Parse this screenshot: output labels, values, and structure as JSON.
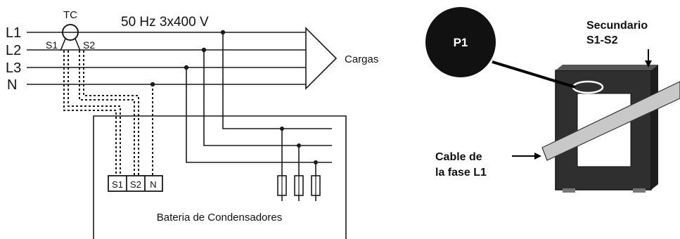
{
  "wiring": {
    "tc_label": "TC",
    "supply_label": "50 Hz 3x400 V",
    "lines": [
      "L1",
      "L2",
      "L3",
      "N"
    ],
    "s1_label": "S1",
    "s2_label": "S2",
    "loads_label": "Cargas",
    "terminals": [
      "S1",
      "S2",
      "N"
    ],
    "battery_label": "Bateria de Condensadores"
  },
  "ct_photo": {
    "p1_label": "P1",
    "secondary_label_line1": "Secundario",
    "secondary_label_line2": "S1-S2",
    "cable_label_line1": "Cable de",
    "cable_label_line2": "la fase L1"
  },
  "colors": {
    "line": "#1a1a1a",
    "ct_body": "#2f2f2f",
    "ct_window": "#ffffff",
    "cable": "#c8c8c8",
    "p1_fill": "#111111"
  }
}
